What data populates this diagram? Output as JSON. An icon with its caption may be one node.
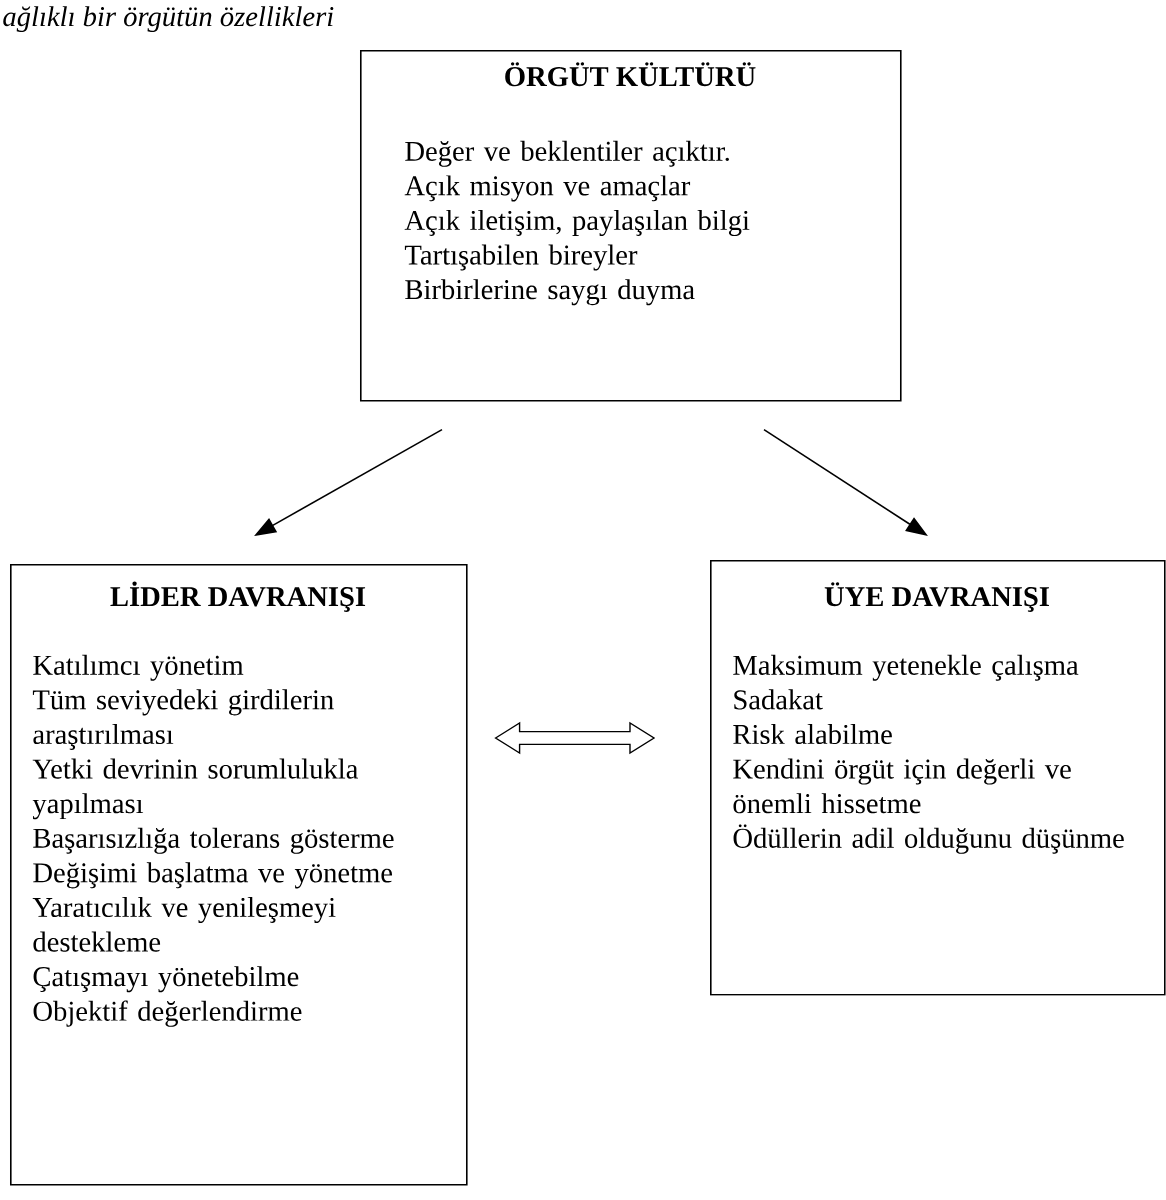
{
  "diagram": {
    "title": "ağlıklı bir örgütün özellikleri",
    "nodes": [
      {
        "text": [
          "ÖRGÜT KÜLTÜRÜ",
          "Değer ve beklentiler açıktır.",
          "Açık misyon ve amaçlar",
          "Açık iletişim, paylaşılan bilgi",
          "Tartışabilen bireyler",
          "Birbirlerine saygı duyma"
        ]
      },
      {
        "text": [
          "LİDER DAVRANIŞI",
          "Katılımcı yönetim",
          "Tüm seviyedeki girdilerin araştırılması",
          "Yetki devrinin sorumlulukla yapılması",
          "Başarısızlığa tolerans gösterme",
          "Değişimi başlatma ve yönetme",
          "Yaratıcılık ve yenileşmeyi destekleme",
          "Çatışmayı yönetebilme",
          "Objektif değerlendirme"
        ]
      },
      {
        "text": [
          "ÜYE DAVRANIŞI",
          "Maksimum yetenekle çalışma",
          "Sadakat",
          "Risk alabilme",
          "Kendini örgüt için değerli ve önemli hissetme",
          "Ödüllerin adil olduğunu düşünme"
        ]
      }
    ],
    "edges": [
      {
        "from": 0,
        "to": 1,
        "arrow": "to"
      },
      {
        "from": 0,
        "to": 2,
        "arrow": "to"
      },
      {
        "from": 1,
        "to": 2,
        "arrow": "both",
        "style": "thick"
      }
    ]
  }
}
